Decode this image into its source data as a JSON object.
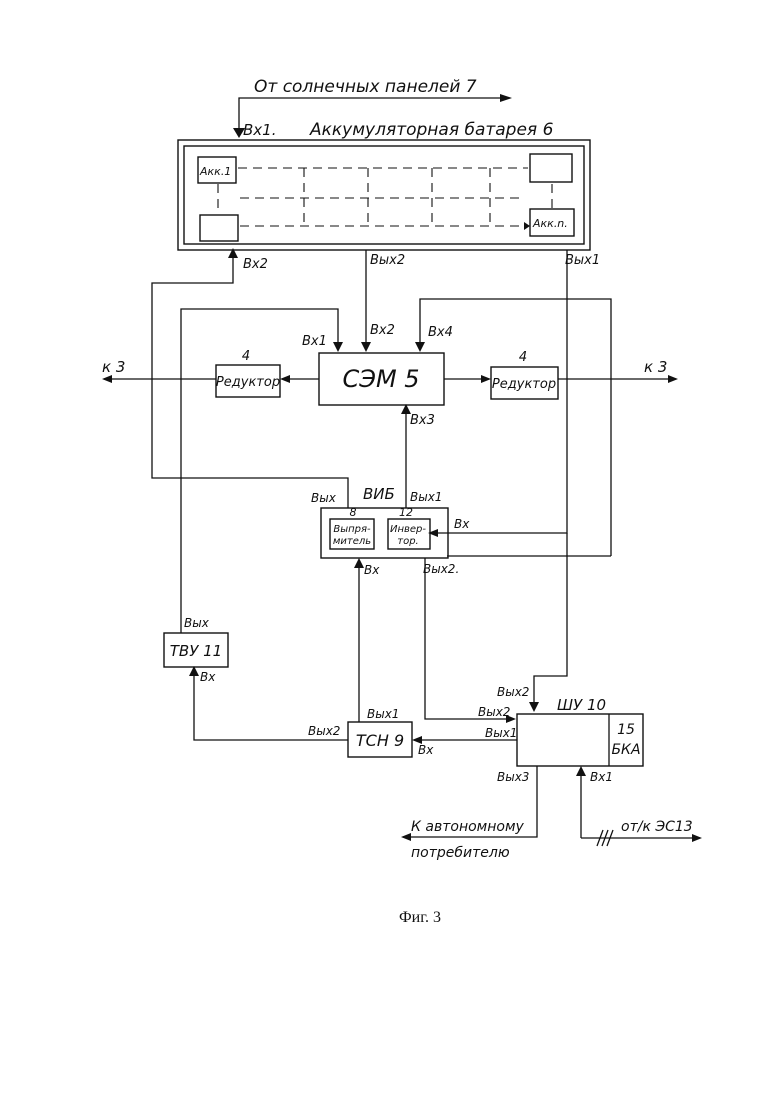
{
  "solar_input": "От солнечных панелей 7",
  "battery": {
    "in1": "Вх1.",
    "title": "Аккумуляторная батарея 6",
    "cell_first": "Акк.1",
    "cell_last": "Акк.n.",
    "in2": "Вх2",
    "out2": "Вых2",
    "out1": "Вых1"
  },
  "sem": {
    "label": "СЭМ 5",
    "in1": "Вх1",
    "in2": "Вх2",
    "in3": "Вх3",
    "in4": "Вх4"
  },
  "reducer_left": {
    "num": "4",
    "label": "Редуктор",
    "out": "к 3"
  },
  "reducer_right": {
    "num": "4",
    "label": "Редуктор",
    "out": "к 3"
  },
  "vib": {
    "title": "ВИБ",
    "out": "Вых",
    "out1": "Вых1",
    "in": "Вх",
    "out2": "Вых2.",
    "rectifier_num": "8",
    "rectifier_line1": "Выпря-",
    "rectifier_line2": "митель",
    "inverter_num": "12",
    "inverter_line1": "Инвер-",
    "inverter_line2": "тор.",
    "rectifier_in": "Вх"
  },
  "tvu": {
    "label": "ТВУ 11",
    "out": "Вых",
    "in": "Вх"
  },
  "tsn": {
    "label": "ТСН 9",
    "out1": "Вых1",
    "out2": "Вых2",
    "in": "Вх"
  },
  "shu": {
    "label": "ШУ 10",
    "bka_num": "15",
    "bka": "БКА",
    "in_top": "Вых2",
    "in_vib": "Вых2",
    "in_tsn": "Вых1",
    "out3": "Вых3",
    "in1": "Вх1"
  },
  "consumer_line1": "К автономному",
  "consumer_line2": "потребителю",
  "es_link": "от/к ЭС13",
  "figure_caption": "Фиг. 3"
}
